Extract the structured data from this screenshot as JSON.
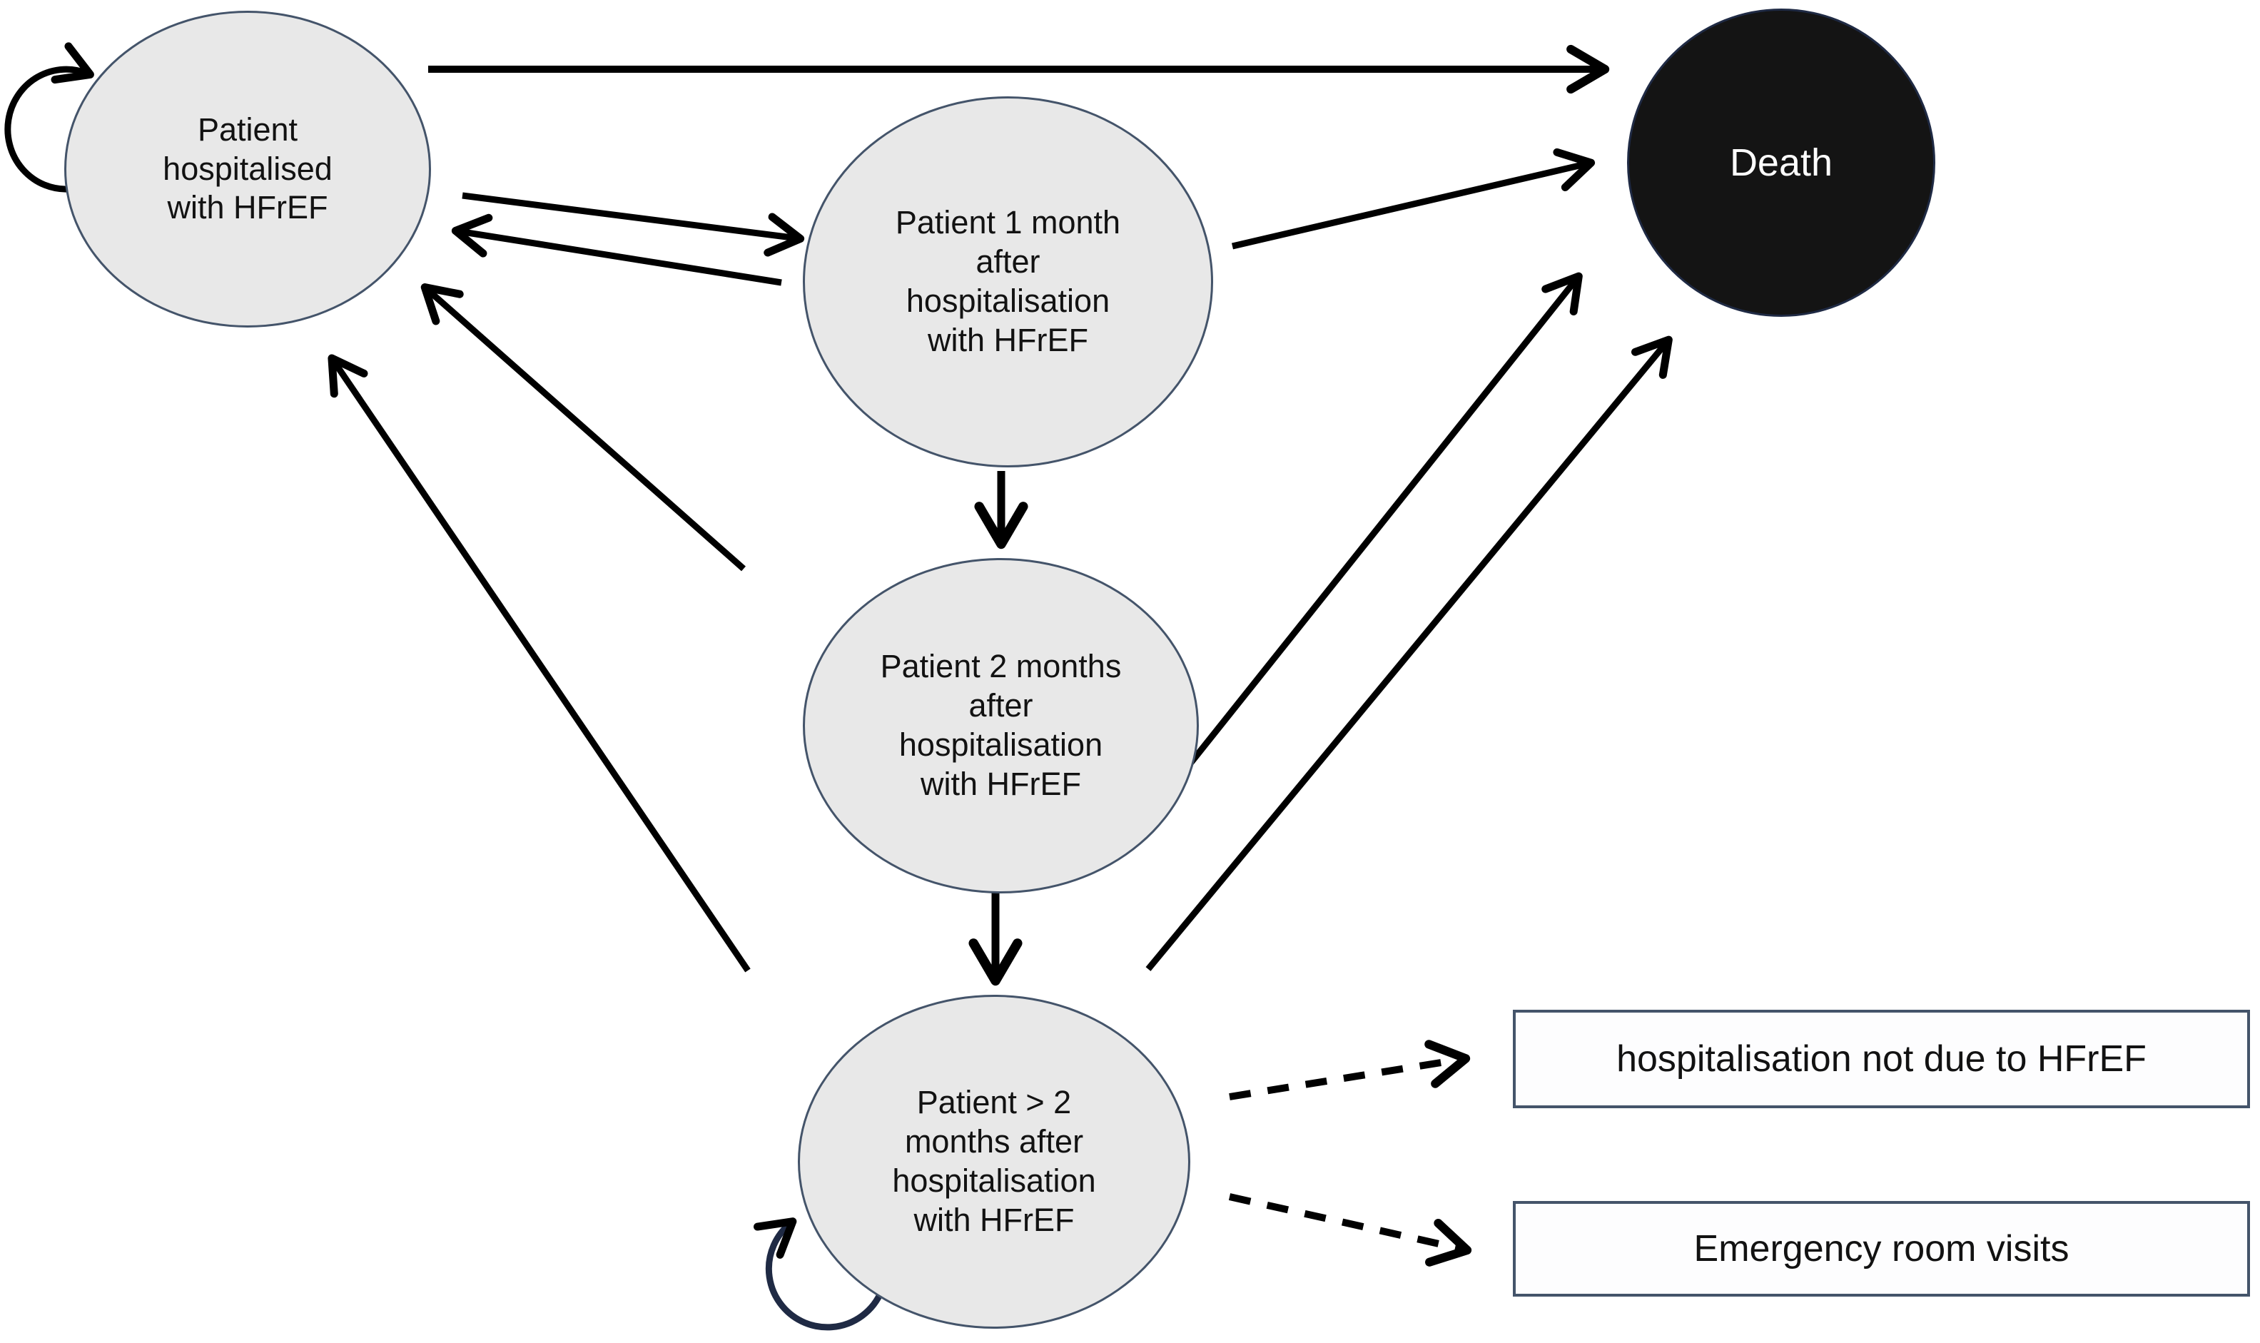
{
  "diagram": {
    "type": "state-transition-model",
    "nodes": {
      "hospitalised": {
        "label": "Patient hospitalised with HFrEF",
        "shape": "ellipse",
        "fill": "#e8e8e8"
      },
      "month1": {
        "label": "Patient 1 month after hospitalisation with HFrEF",
        "shape": "ellipse",
        "fill": "#e8e8e8"
      },
      "month2": {
        "label": "Patient 2 months after hospitalisation with HFrEF",
        "shape": "ellipse",
        "fill": "#e8e8e8"
      },
      "month_gt2": {
        "label": "Patient > 2 months after hospitalisation with HFrEF",
        "shape": "ellipse",
        "fill": "#e8e8e8"
      },
      "death": {
        "label": "Death",
        "shape": "circle",
        "fill": "#141414",
        "text_color": "#ffffff"
      }
    },
    "event_boxes": {
      "non_hf_hospitalisation": {
        "label": "hospitalisation not due to HFrEF",
        "shape": "rectangle"
      },
      "er_visits": {
        "label": "Emergency room visits",
        "shape": "rectangle"
      }
    },
    "edges": [
      {
        "from": "hospitalised",
        "to": "hospitalised",
        "style": "solid-self-loop"
      },
      {
        "from": "hospitalised",
        "to": "death",
        "style": "solid"
      },
      {
        "from": "hospitalised",
        "to": "month1",
        "style": "solid"
      },
      {
        "from": "month1",
        "to": "hospitalised",
        "style": "solid"
      },
      {
        "from": "month1",
        "to": "death",
        "style": "solid"
      },
      {
        "from": "month1",
        "to": "month2",
        "style": "solid"
      },
      {
        "from": "month2",
        "to": "hospitalised",
        "style": "solid"
      },
      {
        "from": "month2",
        "to": "death",
        "style": "solid"
      },
      {
        "from": "month2",
        "to": "month_gt2",
        "style": "solid"
      },
      {
        "from": "month_gt2",
        "to": "hospitalised",
        "style": "solid"
      },
      {
        "from": "month_gt2",
        "to": "death",
        "style": "solid"
      },
      {
        "from": "month_gt2",
        "to": "month_gt2",
        "style": "solid-self-loop"
      },
      {
        "from": "month_gt2",
        "to": "non_hf_hospitalisation",
        "style": "dashed"
      },
      {
        "from": "month_gt2",
        "to": "er_visits",
        "style": "dashed"
      }
    ],
    "colors": {
      "state_fill": "#e8e8e8",
      "state_stroke": "#44546a",
      "death_fill": "#141414",
      "death_text": "#ffffff",
      "box_border": "#44546a",
      "arrow": "#000000",
      "self_loop_dark": "#1f2a44"
    }
  }
}
